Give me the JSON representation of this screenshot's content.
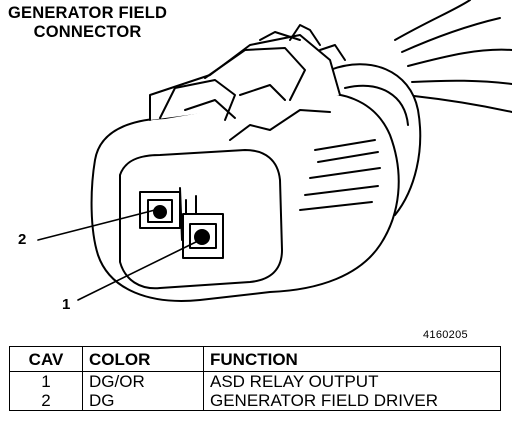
{
  "title": {
    "line1": "GENERATOR FIELD",
    "line2": "CONNECTOR"
  },
  "callouts": {
    "cavity2": "2",
    "cavity1": "1"
  },
  "figure_number": "4160205",
  "table": {
    "headers": {
      "cav": "CAV",
      "color": "COLOR",
      "function": "FUNCTION"
    },
    "rows": [
      {
        "cav": "1",
        "color": "DG/OR",
        "function": "ASD RELAY OUTPUT"
      },
      {
        "cav": "2",
        "color": "DG",
        "function": "GENERATOR FIELD DRIVER"
      }
    ]
  }
}
